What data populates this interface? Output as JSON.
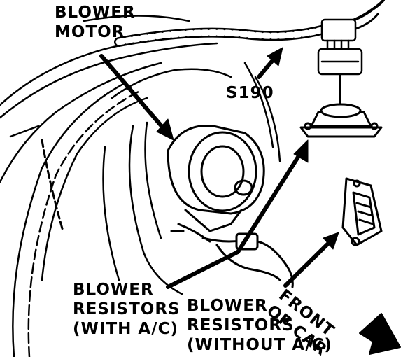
{
  "labels": {
    "blower_motor": [
      "BLOWER",
      "MOTOR"
    ],
    "s190": "S190",
    "resistors_with_ac": [
      "BLOWER",
      "RESISTORS",
      "(WITH A/C)"
    ],
    "resistors_without_ac": [
      "BLOWER",
      "RESISTORS",
      "(WITHOUT A/C)"
    ],
    "front_of_car": [
      "FRONT",
      "OF CAR"
    ]
  },
  "colors": {
    "ink": "#000000",
    "paper": "#ffffff"
  }
}
